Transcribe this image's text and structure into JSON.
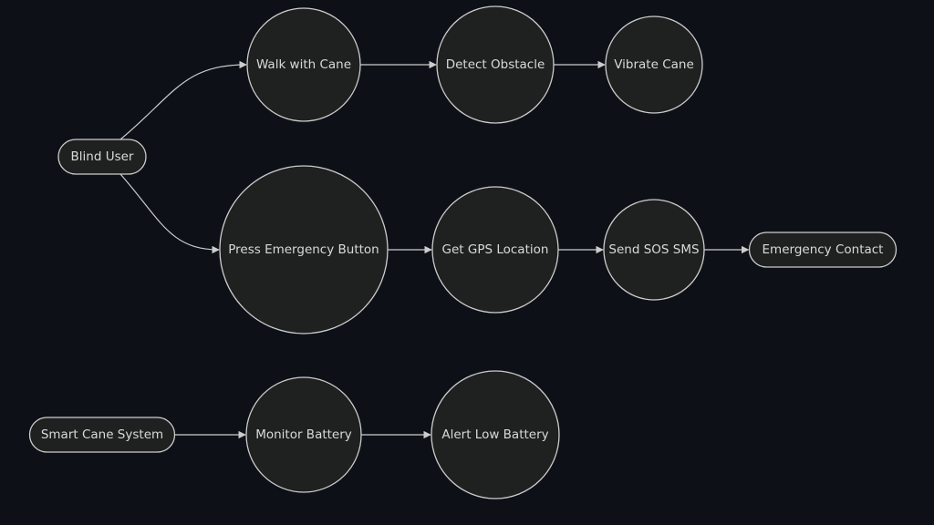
{
  "diagram": {
    "type": "flowchart",
    "nodes": {
      "blind_user": "Blind User",
      "walk": "Walk with Cane",
      "detect": "Detect Obstacle",
      "vibrate": "Vibrate Cane",
      "press": "Press Emergency Button",
      "gps": "Get GPS Location",
      "sos": "Send SOS SMS",
      "contact": "Emergency Contact",
      "system": "Smart Cane System",
      "monitor": "Monitor Battery",
      "alert": "Alert Low Battery"
    },
    "edges": [
      [
        "blind_user",
        "walk"
      ],
      [
        "walk",
        "detect"
      ],
      [
        "detect",
        "vibrate"
      ],
      [
        "blind_user",
        "press"
      ],
      [
        "press",
        "gps"
      ],
      [
        "gps",
        "sos"
      ],
      [
        "sos",
        "contact"
      ],
      [
        "system",
        "monitor"
      ],
      [
        "monitor",
        "alert"
      ]
    ]
  }
}
